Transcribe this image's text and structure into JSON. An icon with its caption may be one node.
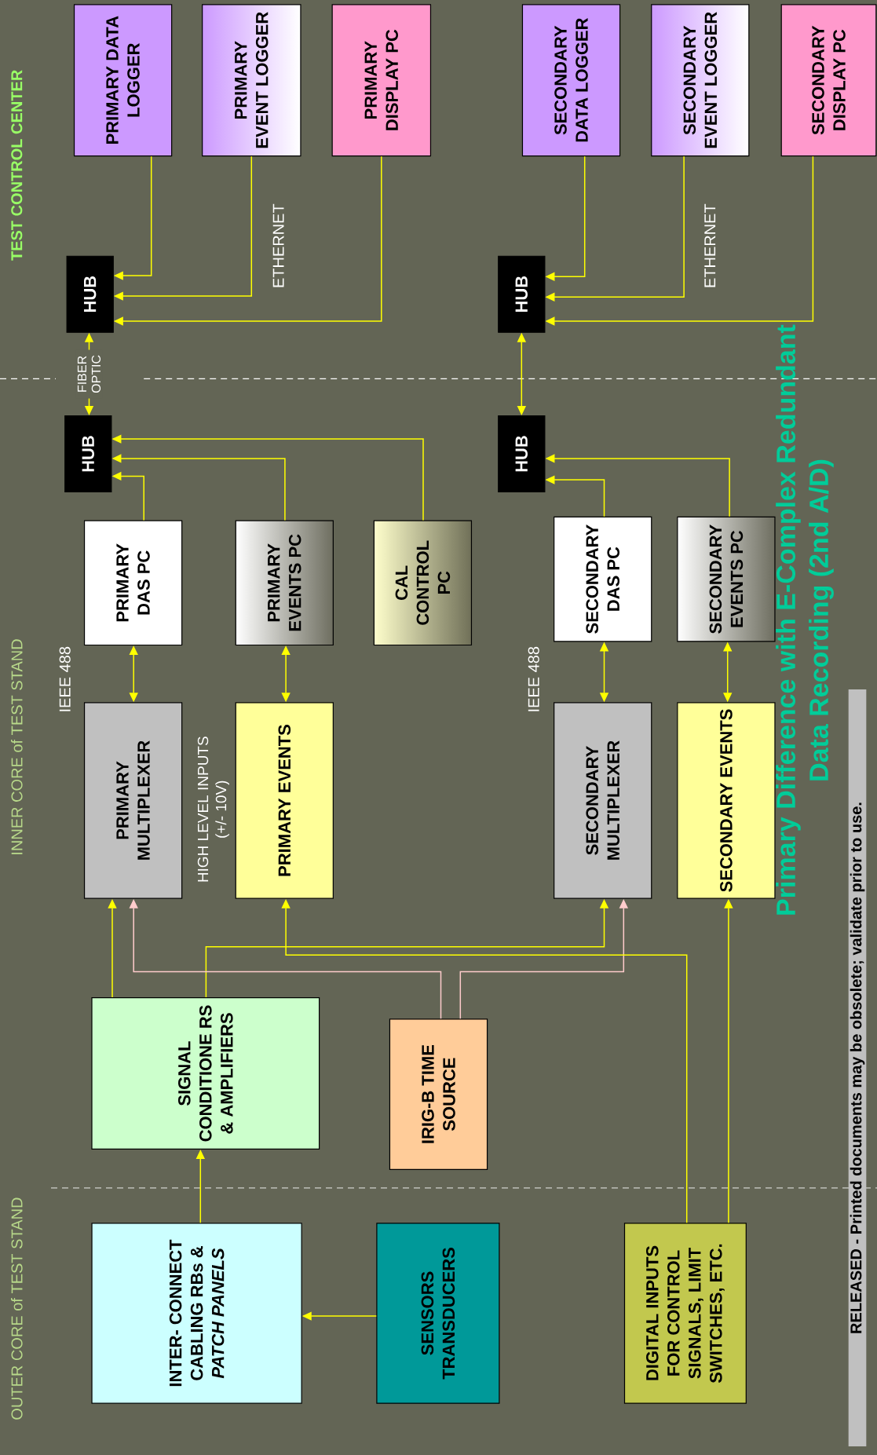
{
  "diagram": {
    "title": "Primary Difference with E-Complex Redundant Data Recording (2nd A/D)",
    "nodes": [
      {
        "text": [
          "PRIMARY DATA LOGGER"
        ]
      },
      {
        "text": [
          "PRIMARY EVENT LOGGER"
        ]
      },
      {
        "text": [
          "PRIMARY DISPLAY PC"
        ]
      },
      {
        "text": [
          "SECONDARY DATA LOGGER"
        ]
      },
      {
        "text": [
          "SECONDARY EVENT LOGGER"
        ]
      },
      {
        "text": [
          "SECONDARY DISPLAY PC"
        ]
      },
      {
        "text": [
          "HUB"
        ]
      },
      {
        "text": [
          "HUB"
        ]
      },
      {
        "text": [
          "HUB"
        ]
      },
      {
        "text": [
          "HUB"
        ]
      },
      {
        "text": [
          "PRIMARY DAS PC"
        ]
      },
      {
        "text": [
          "PRIMARY EVENTS PC"
        ]
      },
      {
        "text": [
          "CAL CONTROL PC"
        ]
      },
      {
        "text": [
          "SECONDARY DAS PC"
        ]
      },
      {
        "text": [
          "SECONDARY EVENTS PC"
        ]
      },
      {
        "text": [
          "PRIMARY MULTIPLEXER"
        ]
      },
      {
        "text": [
          "PRIMARY EVENTS"
        ]
      },
      {
        "text": [
          "SECONDARY MULTIPLEXER"
        ]
      },
      {
        "text": [
          "SECONDARY EVENTS"
        ]
      },
      {
        "text": [
          "SIGNAL CONDITIONE RS & AMPLIFIERS"
        ]
      },
      {
        "text": [
          "IRIG-B TIME SOURCE"
        ]
      },
      {
        "text": [
          "INTER- CONNECT CABLING RBs & *PATCH PANELS*"
        ]
      },
      {
        "text": [
          "SENSORS TRANSDUCERS"
        ]
      },
      {
        "text": [
          "DIGITAL INPUTS FOR CONTROL SIGNALS, LIMIT SWITCHES, ETC."
        ]
      }
    ],
    "edges": [
      {
        "from": 0,
        "to": 6,
        "arrow": "to"
      },
      {
        "from": 1,
        "to": 6,
        "arrow": "to"
      },
      {
        "from": 2,
        "to": 6,
        "arrow": "to"
      },
      {
        "from": 6,
        "to": 8,
        "arrow": "both",
        "label": "FIBER OPTIC"
      },
      {
        "from": 3,
        "to": 7,
        "arrow": "to"
      },
      {
        "from": 4,
        "to": 7,
        "arrow": "to"
      },
      {
        "from": 5,
        "to": 7,
        "arrow": "to"
      },
      {
        "from": 7,
        "to": 9,
        "arrow": "both"
      },
      {
        "from": 10,
        "to": 8,
        "arrow": "to"
      },
      {
        "from": 11,
        "to": 8,
        "arrow": "to"
      },
      {
        "from": 12,
        "to": 8,
        "arrow": "to"
      },
      {
        "from": 13,
        "to": 9,
        "arrow": "to"
      },
      {
        "from": 14,
        "to": 9,
        "arrow": "to"
      },
      {
        "from": 15,
        "to": 10,
        "arrow": "both"
      },
      {
        "from": 16,
        "to": 11,
        "arrow": "both"
      },
      {
        "from": 17,
        "to": 13,
        "arrow": "both"
      },
      {
        "from": 18,
        "to": 14,
        "arrow": "both"
      },
      {
        "from": 19,
        "to": 15,
        "arrow": "to"
      },
      {
        "from": 19,
        "to": 17,
        "arrow": "to"
      },
      {
        "from": 20,
        "to": 15,
        "arrow": "to",
        "color": "#ffcccc"
      },
      {
        "from": 20,
        "to": 17,
        "arrow": "to",
        "color": "#ffcccc"
      },
      {
        "from": 23,
        "to": 16,
        "arrow": "to"
      },
      {
        "from": 23,
        "to": 18,
        "arrow": "to"
      },
      {
        "from": 21,
        "to": 19,
        "arrow": "to"
      },
      {
        "from": 22,
        "to": 21,
        "arrow": "to"
      }
    ],
    "labels": [
      "TEST CONTROL CENTER",
      "ETHERNET",
      "ETHERNET",
      "INNER CORE of TEST STAND",
      "IEEE 488",
      "HIGH LEVEL INPUTS (+/- 10V)",
      "IEEE 488",
      "OUTER CORE of TEST STAND",
      "RELEASED - Printed documents may be obsolete; validate prior to use."
    ]
  }
}
